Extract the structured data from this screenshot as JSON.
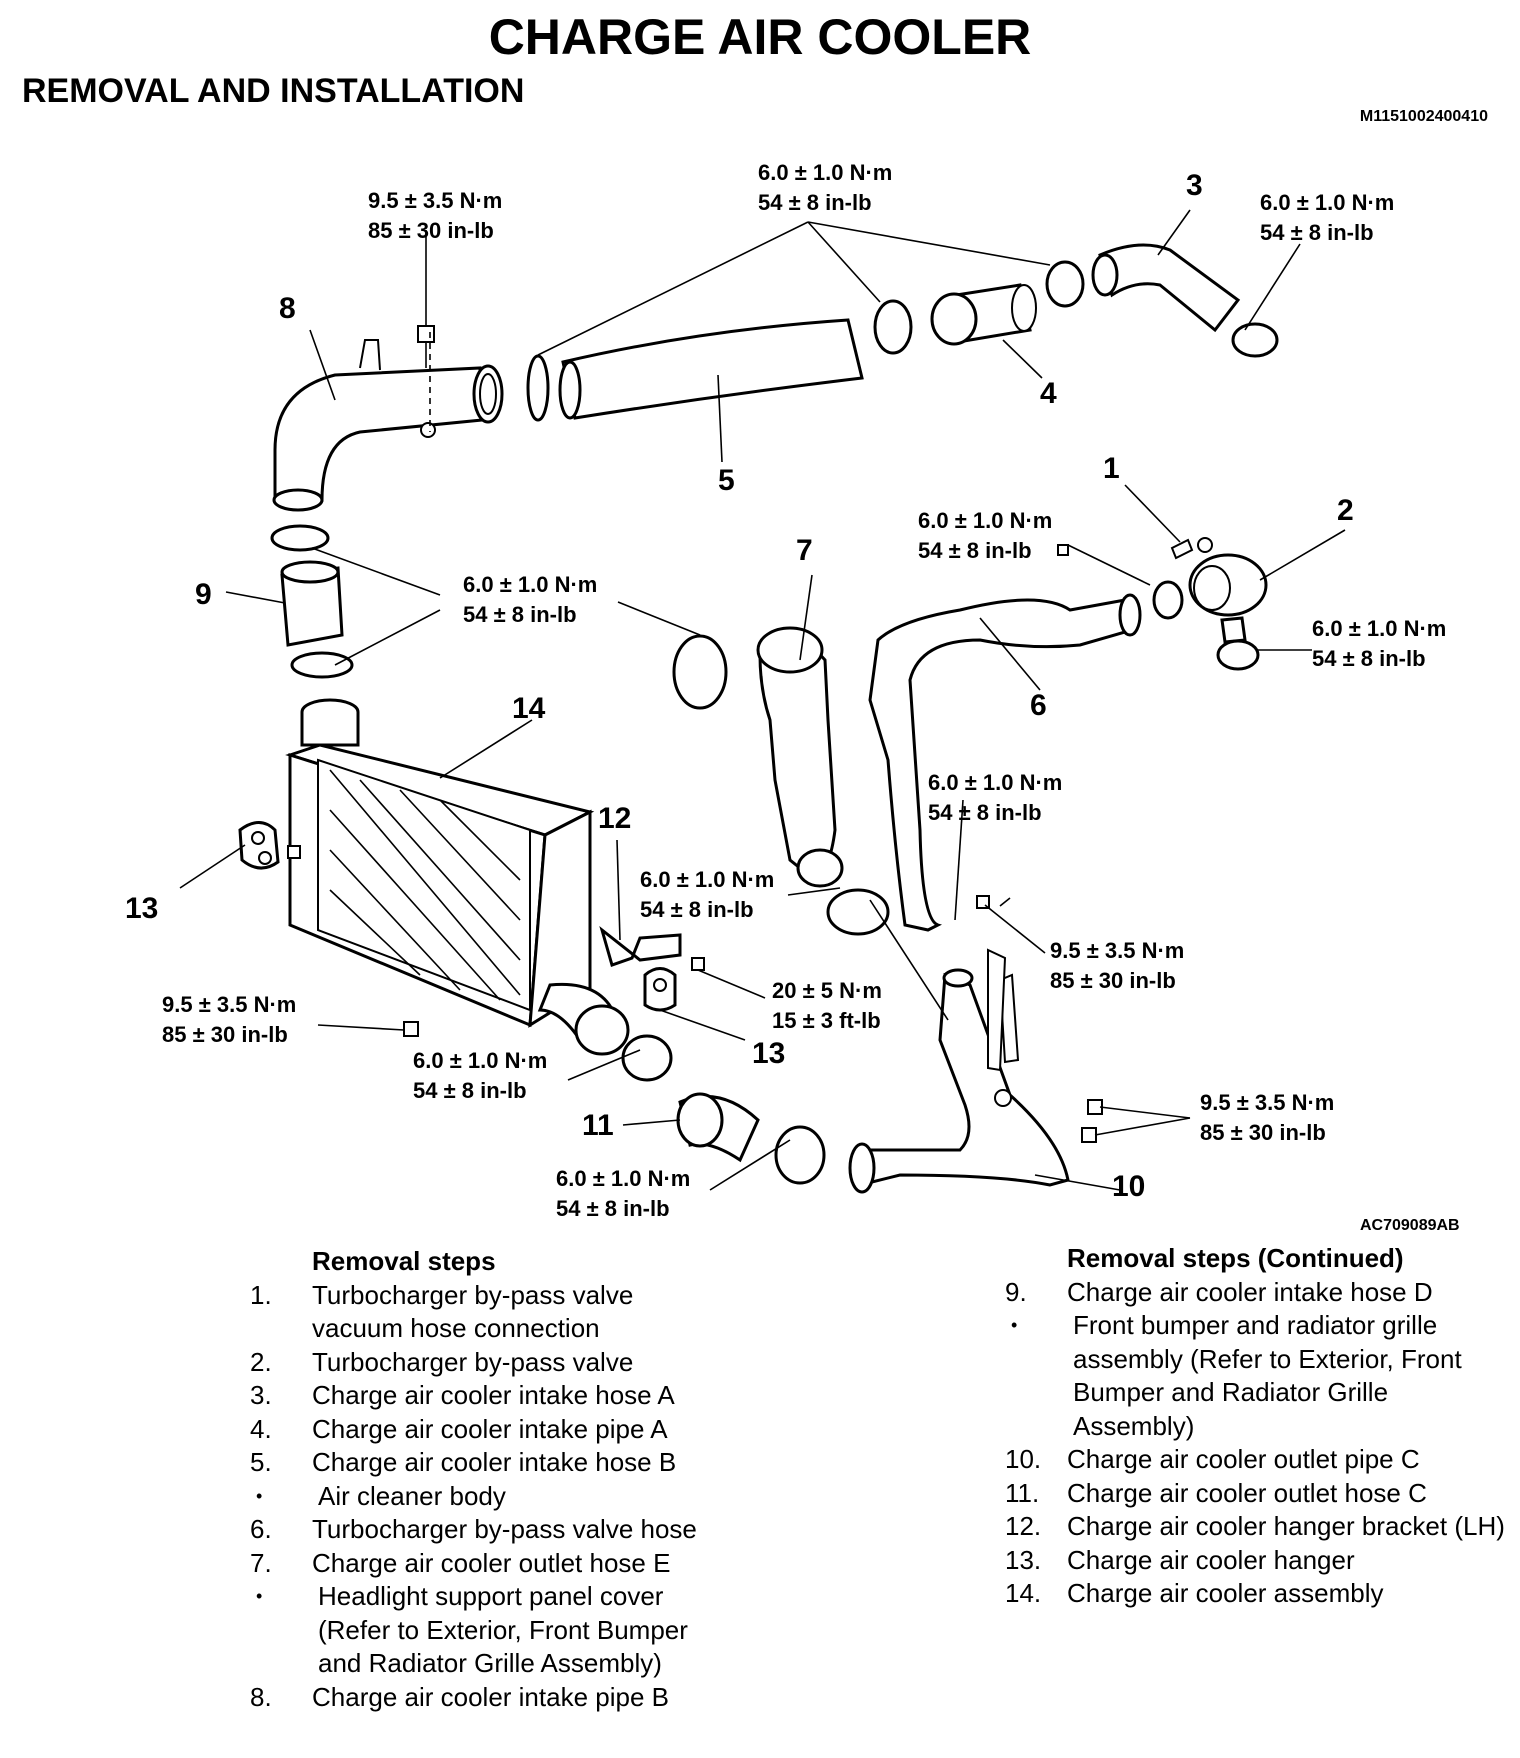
{
  "title": "CHARGE AIR COOLER",
  "subtitle": "REMOVAL AND INSTALLATION",
  "doc_id": "M1151002400410",
  "figure_id": "AC709089AB",
  "callouts": [
    "1",
    "2",
    "3",
    "4",
    "5",
    "6",
    "7",
    "8",
    "9",
    "10",
    "11",
    "12",
    "13",
    "13",
    "14"
  ],
  "torque": {
    "t60_nm": "6.0 ± 1.0 N·m",
    "t60_inlb": "54 ± 8 in-lb",
    "t95_nm": "9.5 ± 3.5 N·m",
    "t95_inlb": "85 ± 30 in-lb",
    "t20_nm": "20 ± 5 N·m",
    "t20_ftlb": "15 ± 3 ft-lb"
  },
  "removal_steps": {
    "header": "Removal steps",
    "items": [
      {
        "n": "1.",
        "text": "Turbocharger by-pass valve vacuum hose connection"
      },
      {
        "n": "2.",
        "text": "Turbocharger by-pass valve"
      },
      {
        "n": "3.",
        "text": "Charge air cooler intake hose A"
      },
      {
        "n": "4.",
        "text": "Charge air cooler intake pipe A"
      },
      {
        "n": "5.",
        "text": "Charge air cooler intake hose B"
      },
      {
        "n": "•",
        "text": "Air cleaner body"
      },
      {
        "n": "6.",
        "text": "Turbocharger by-pass valve hose"
      },
      {
        "n": "7.",
        "text": "Charge air cooler outlet hose E"
      },
      {
        "n": "•",
        "text": "Headlight support panel cover (Refer to Exterior, Front Bumper and Radiator Grille Assembly)"
      },
      {
        "n": "8.",
        "text": "Charge air cooler intake pipe B"
      }
    ]
  },
  "removal_steps_continued": {
    "header": "Removal steps (Continued)",
    "items": [
      {
        "n": "9.",
        "text": "Charge air cooler intake hose D"
      },
      {
        "n": "•",
        "text": "Front bumper and radiator grille assembly (Refer to Exterior, Front Bumper and Radiator Grille Assembly)"
      },
      {
        "n": "10.",
        "text": "Charge air cooler outlet pipe C"
      },
      {
        "n": "11.",
        "text": "Charge air cooler outlet hose C"
      },
      {
        "n": "12.",
        "text": "Charge air cooler hanger bracket (LH)"
      },
      {
        "n": "13.",
        "text": "Charge air cooler hanger"
      },
      {
        "n": "14.",
        "text": "Charge air cooler assembly"
      }
    ]
  }
}
